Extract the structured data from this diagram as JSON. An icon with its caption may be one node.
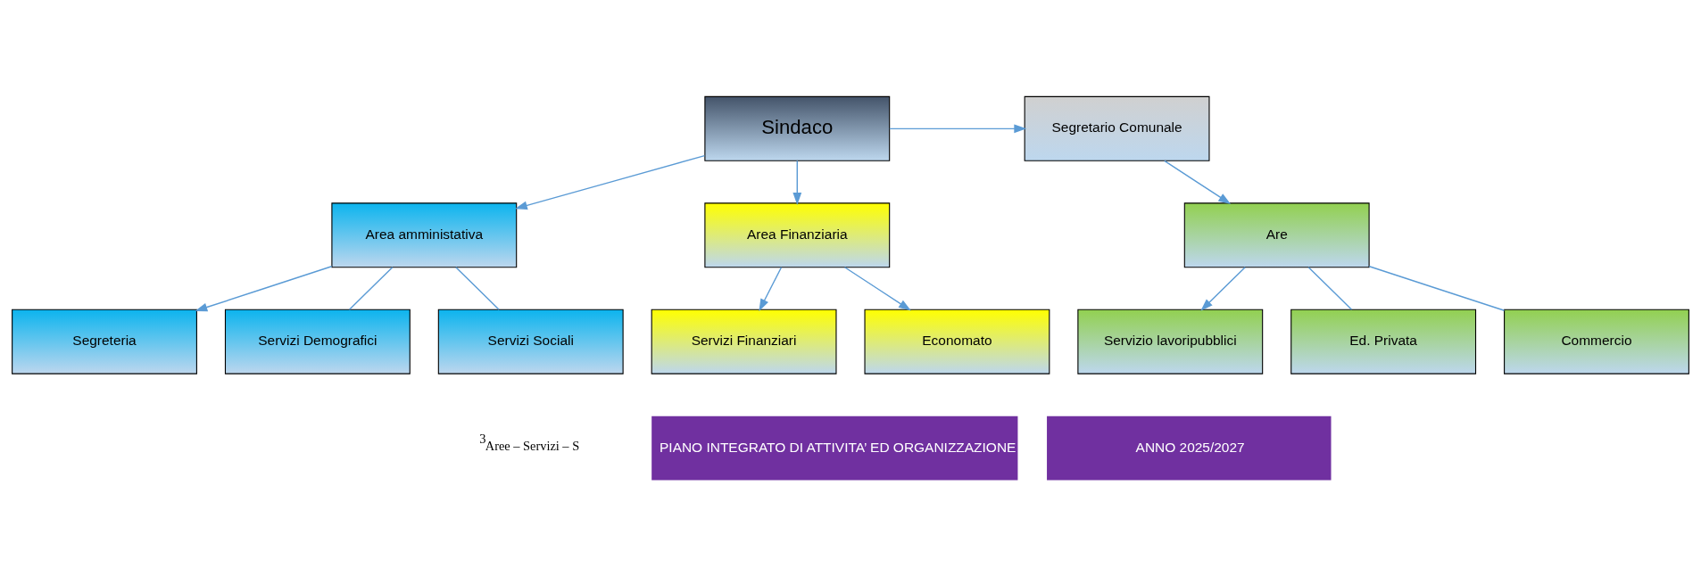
{
  "diagram": {
    "nodes": [
      {
        "text": [
          "Sindaco"
        ]
      },
      {
        "text": [
          "Segretario Comunale"
        ]
      },
      {
        "text": [
          "Area amministativa"
        ]
      },
      {
        "text": [
          "Area Finanziaria"
        ]
      },
      {
        "text": [
          "Are"
        ]
      },
      {
        "text": [
          "Segreteria"
        ]
      },
      {
        "text": [
          "Servizi Demografici"
        ]
      },
      {
        "text": [
          "Servizi Sociali"
        ]
      },
      {
        "text": [
          "Servizi Finanziari"
        ]
      },
      {
        "text": [
          "Economato"
        ]
      },
      {
        "text": [
          "Servizio lavoripubblici"
        ]
      },
      {
        "text": [
          "Ed. Privata"
        ]
      },
      {
        "text": [
          "Commercio"
        ]
      }
    ],
    "edges": [
      {
        "from": 0,
        "to": 1,
        "arrow": "to"
      },
      {
        "from": 0,
        "to": 2,
        "arrow": "to"
      },
      {
        "from": 0,
        "to": 3,
        "arrow": "to"
      },
      {
        "from": 1,
        "to": 4,
        "arrow": "to"
      },
      {
        "from": 2,
        "to": 5,
        "arrow": "to"
      },
      {
        "from": 2,
        "to": 6,
        "arrow": "none"
      },
      {
        "from": 2,
        "to": 7,
        "arrow": "none"
      },
      {
        "from": 3,
        "to": 8,
        "arrow": "to"
      },
      {
        "from": 3,
        "to": 9,
        "arrow": "to"
      },
      {
        "from": 4,
        "to": 10,
        "arrow": "to"
      },
      {
        "from": 4,
        "to": 11,
        "arrow": "none"
      },
      {
        "from": 4,
        "to": 12,
        "arrow": "none"
      }
    ],
    "labels": [
      "$^{3}$Aree – Servizi – S",
      "PIANO INTEGRATO DI ATTIVITA’ ED ORGANIZZAZIONE",
      "ANNO 2025/2027"
    ]
  }
}
